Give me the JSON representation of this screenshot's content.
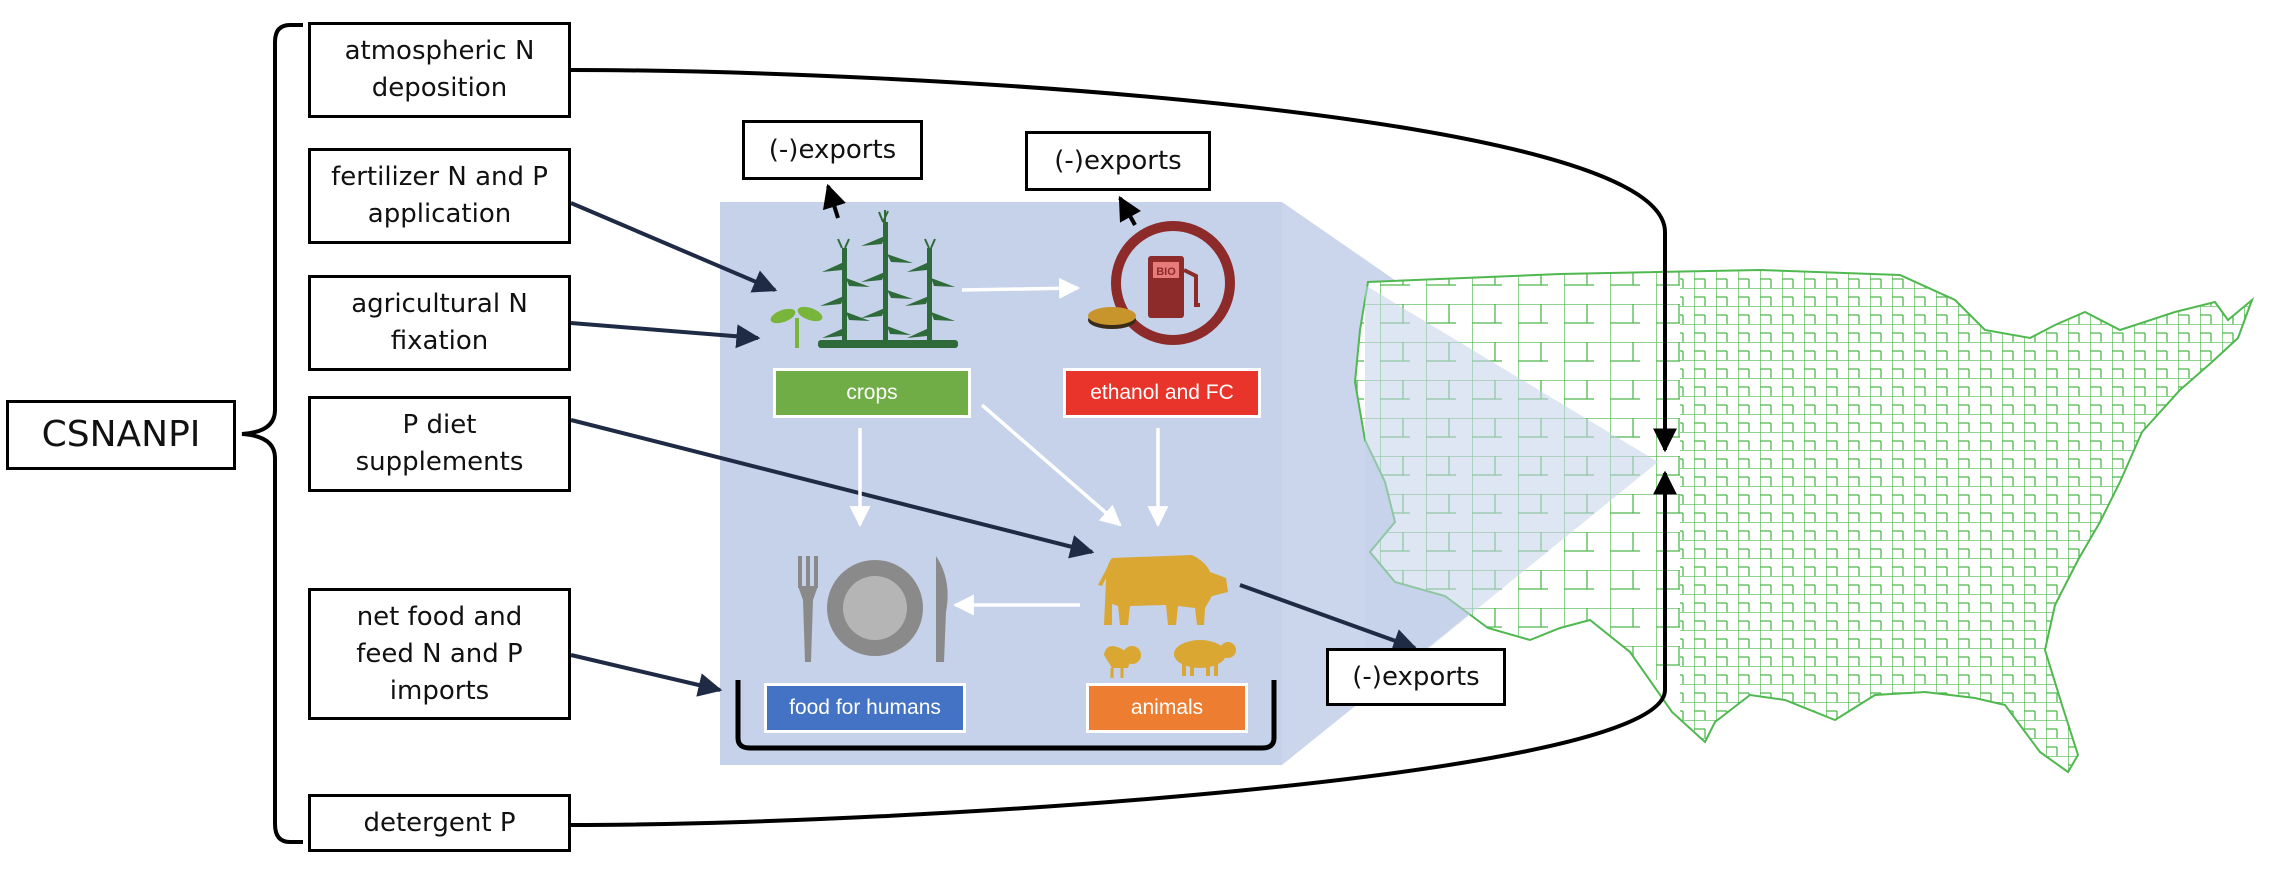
{
  "root_label": "CSNANPI",
  "inputs": {
    "atmospheric": "atmospheric N\ndeposition",
    "fertilizer": "fertilizer N and P\napplication",
    "fixation": "agricultural N\nfixation",
    "diet": "P diet\nsupplements",
    "net_food": "net food and\nfeed N and P\nimports",
    "detergent": "detergent P"
  },
  "exports": {
    "crops": "(-)exports",
    "ethanol": "(-)exports",
    "animals": "(-)exports"
  },
  "nodes": {
    "crops": {
      "label": "crops",
      "color": "#70ad47",
      "icon": "corn-plants-icon"
    },
    "ethanol": {
      "label": "ethanol and FC",
      "color": "#e8342a",
      "icon": "biofuel-pump-icon"
    },
    "food": {
      "label": "food for humans",
      "color": "#4472c4",
      "icon": "plate-fork-knife-icon"
    },
    "animals": {
      "label": "animals",
      "color": "#ed7d31",
      "icon": "livestock-icon"
    }
  },
  "bio_badge": "BIO",
  "colors": {
    "panel": "#c5d2ea",
    "map_lines": "#4fb84f",
    "crop_green": "#2f6b3a",
    "animal_gold": "#d9a732",
    "pump_red": "#8c2b2a"
  }
}
